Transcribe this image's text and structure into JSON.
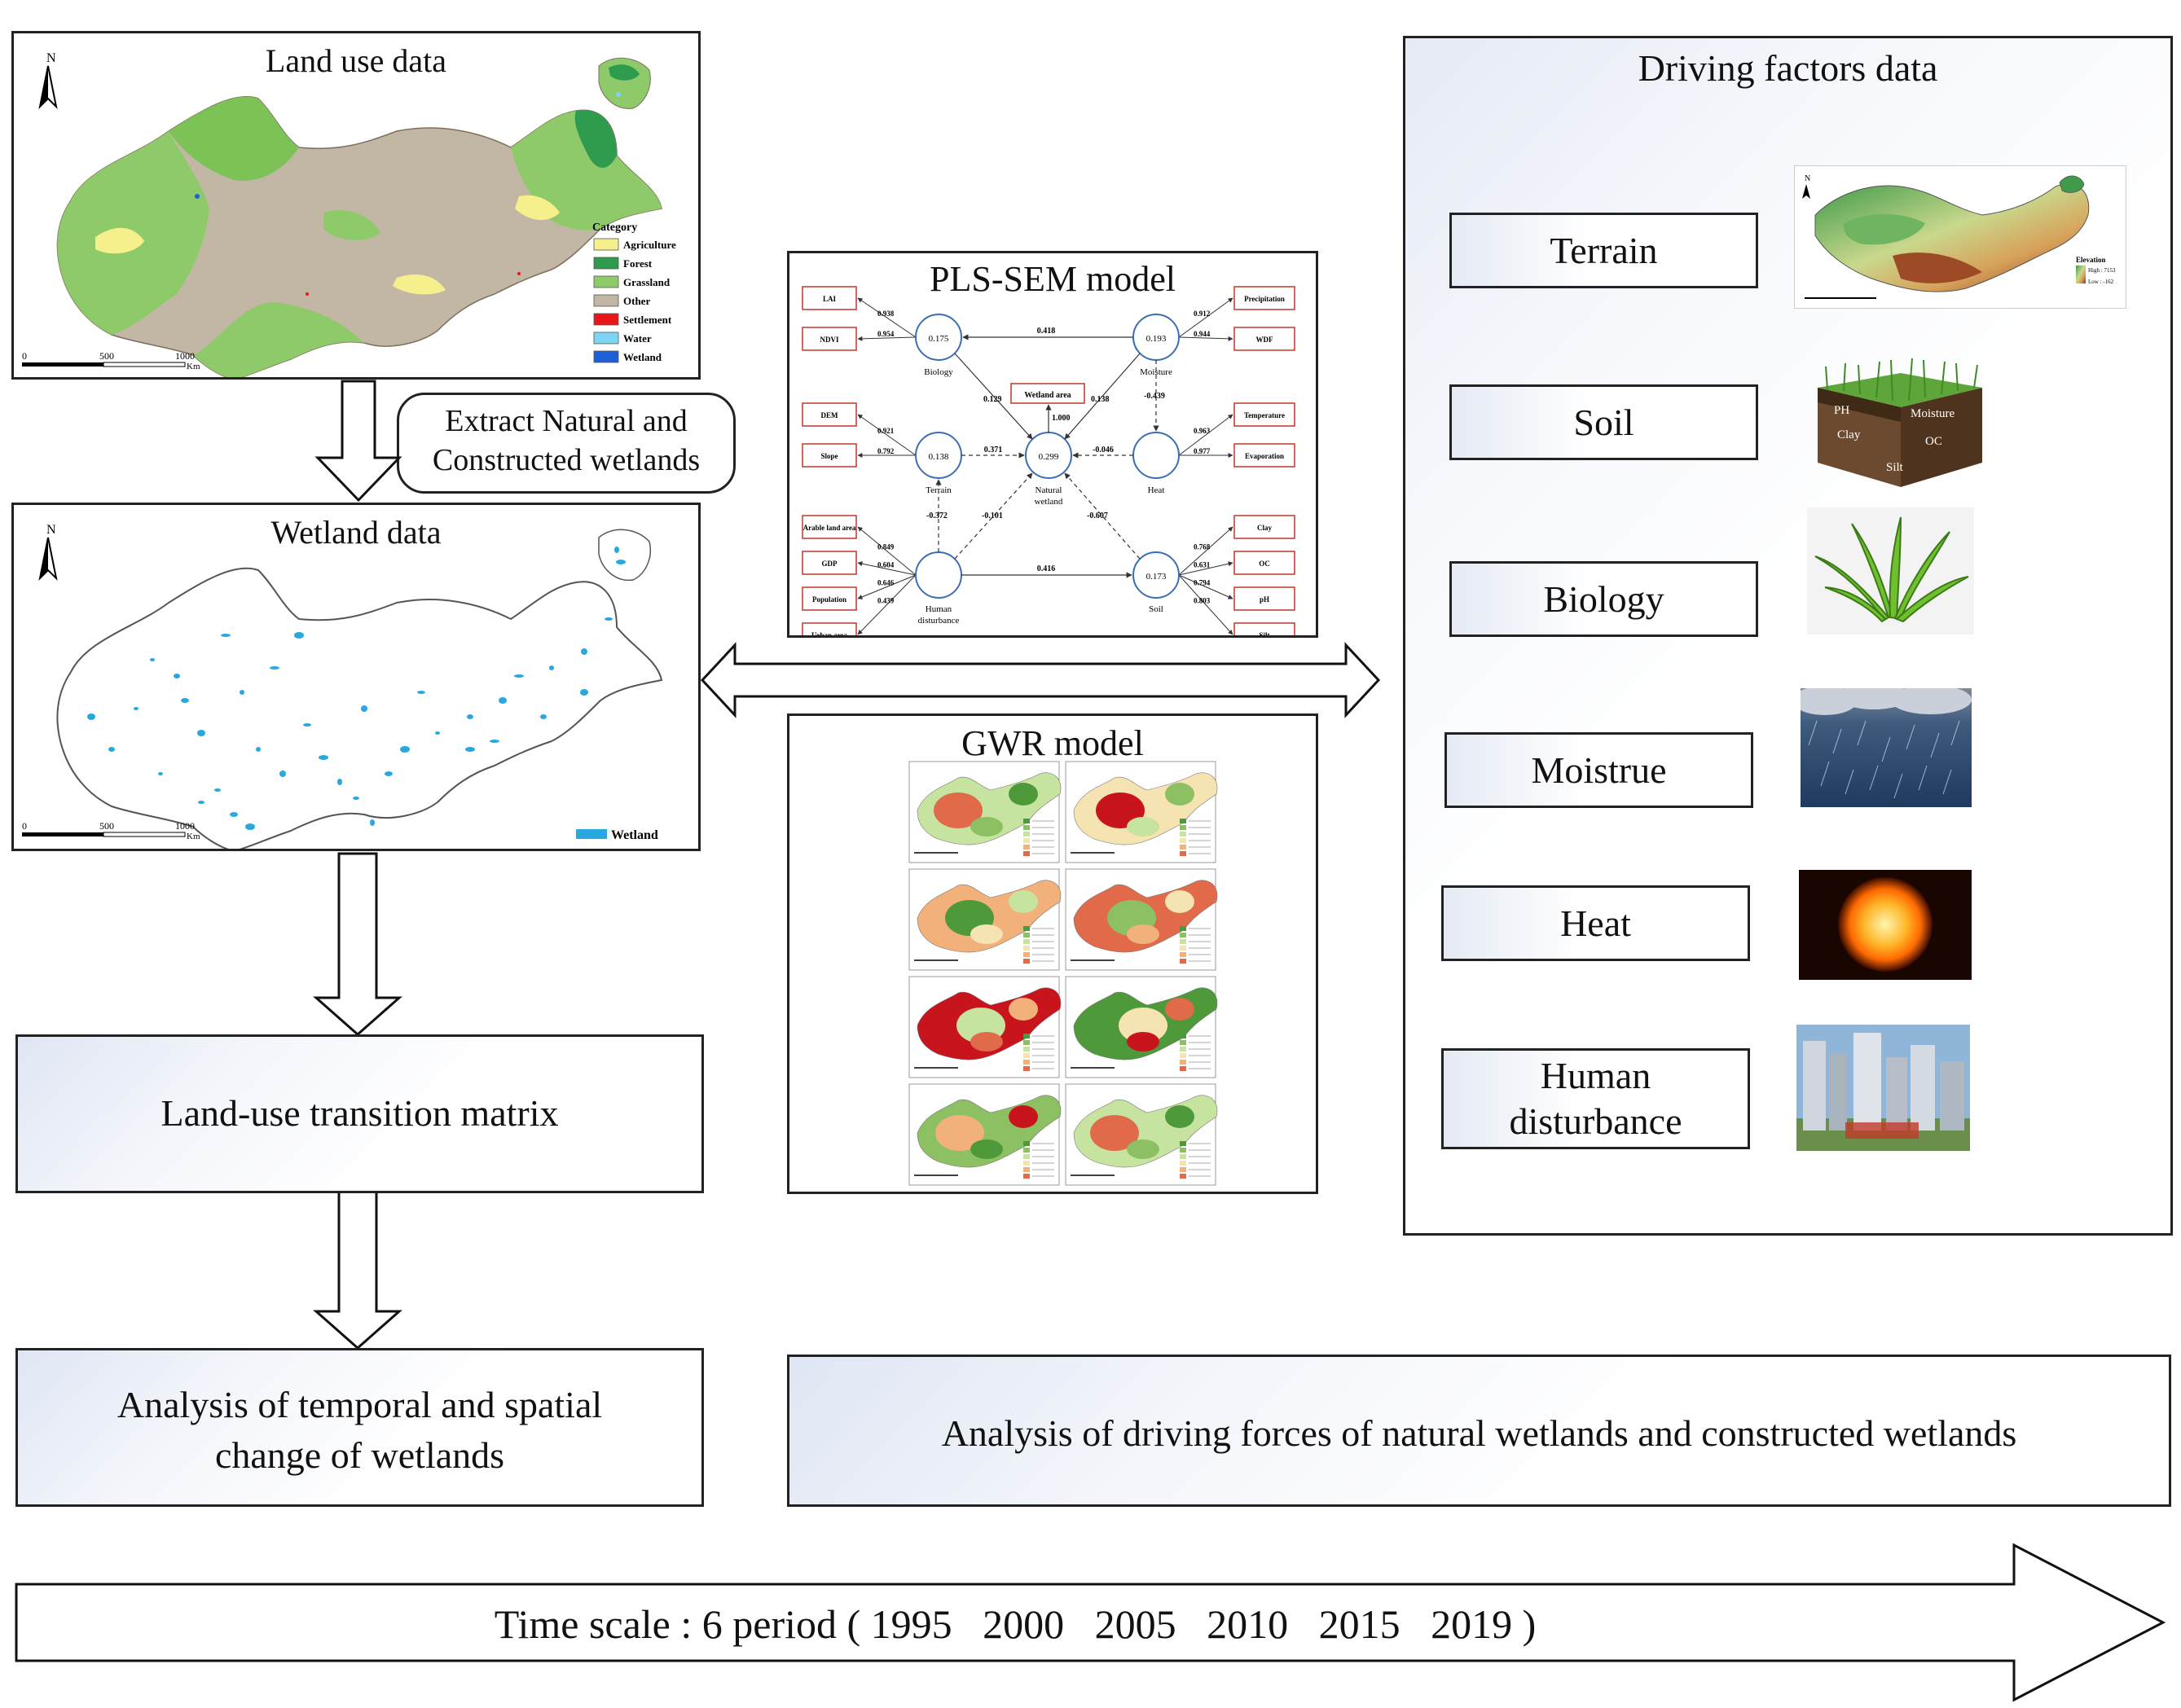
{
  "land_use": {
    "title": "Land use data",
    "north": "N",
    "legend_title": "Category",
    "legend": [
      {
        "label": "Agriculture",
        "color": "#f6f08c"
      },
      {
        "label": "Forest",
        "color": "#2e9b4e"
      },
      {
        "label": "Grassland",
        "color": "#8fca6a"
      },
      {
        "label": "Other",
        "color": "#c2b7a5"
      },
      {
        "label": "Settlement",
        "color": "#e8161b"
      },
      {
        "label": "Water",
        "color": "#7fd3f3"
      },
      {
        "label": "Wetland",
        "color": "#1f5fd6"
      }
    ],
    "scale": [
      "0",
      "500",
      "1000"
    ],
    "scale_unit": "Km"
  },
  "extract": {
    "line1": "Extract Natural  and",
    "line2": "Constructed wetlands"
  },
  "wetland": {
    "title": "Wetland data",
    "north": "N",
    "legend": "Wetland",
    "legend_color": "#29a8e0",
    "scale": [
      "0",
      "500",
      "1000"
    ],
    "scale_unit": "Km"
  },
  "transition": {
    "label": "Land-use transition matrix"
  },
  "analysis_temporal": {
    "line1": "Analysis of temporal and spatial",
    "line2": "change of wetlands"
  },
  "analysis_driving": {
    "label": "Analysis of driving forces of natural wetlands and constructed wetlands"
  },
  "time_scale": {
    "label": "Time scale : 6 period ( 1995   2000   2005   2010   2015   2019 )"
  },
  "pls": {
    "title": "PLS-SEM model",
    "indicators_left": [
      "LAI",
      "NDVI",
      "DEM",
      "Slope",
      "Arable land area",
      "GDP",
      "Population",
      "Urban area"
    ],
    "indicators_right": [
      "Precipitation",
      "WDF",
      "Temperature",
      "Evaporation",
      "Clay",
      "OC",
      "pH",
      "Silt"
    ],
    "loadings_left": [
      "0.938",
      "0.954",
      "0.921",
      "0.792",
      "0.849",
      "0.604",
      "0.646",
      "0.439"
    ],
    "loadings_right": [
      "0.912",
      "0.944",
      "0.963",
      "0.977",
      "0.768",
      "0.631",
      "0.794",
      "0.803"
    ],
    "constructs": [
      {
        "name": "Biology",
        "r2": "0.175"
      },
      {
        "name": "Moisture",
        "r2": "0.193"
      },
      {
        "name": "Terrain",
        "r2": "0.138"
      },
      {
        "name": "Natural wetland",
        "r2": "0.299"
      },
      {
        "name": "Heat",
        "r2": ""
      },
      {
        "name": "Human disturbance",
        "r2": ""
      },
      {
        "name": "Soil",
        "r2": "0.173"
      }
    ],
    "wetland_area": "Wetland area",
    "wetland_loading": "1.000",
    "paths": [
      "0.418",
      "0.129",
      "0.138",
      "-0.439",
      "0.371",
      "-0.046",
      "-0.372",
      "-0.101",
      "-0.607",
      "0.416"
    ]
  },
  "gwr": {
    "title": "GWR model"
  },
  "driving": {
    "title": "Driving factors data",
    "factors": [
      {
        "label": "Terrain"
      },
      {
        "label": "Soil"
      },
      {
        "label": "Biology"
      },
      {
        "label": "Moistrue"
      },
      {
        "label": "Heat"
      },
      {
        "label_line1": "Human",
        "label_line2": "disturbance"
      }
    ],
    "elevation_title": "Elevation",
    "elevation_high": "High : 7153",
    "elevation_low": "Low : -162",
    "soil_words": [
      "PH",
      "Moisture",
      "Clay",
      "OC",
      "Silt"
    ]
  },
  "colors": {
    "panel_border": "#222222",
    "gradient": "#dfe6f3",
    "land_other": "#c2b7a5",
    "land_grass": "#8fca6a",
    "wetland_blue": "#29a8e0"
  }
}
